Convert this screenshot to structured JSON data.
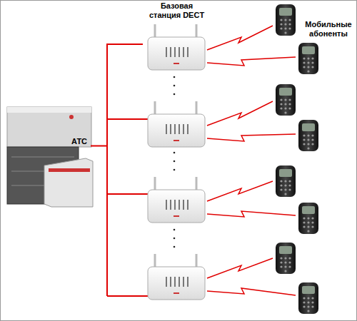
{
  "diagram": {
    "nodes": [
      {
        "text": [
          "АТС"
        ]
      },
      {
        "text": [
          "Базовая станция DECT"
        ]
      }
    ],
    "edges": [
      {
        "from": 0,
        "to": 1,
        "arrow": "none"
      }
    ],
    "labels": [
      "Мобильные абоненты"
    ]
  }
}
